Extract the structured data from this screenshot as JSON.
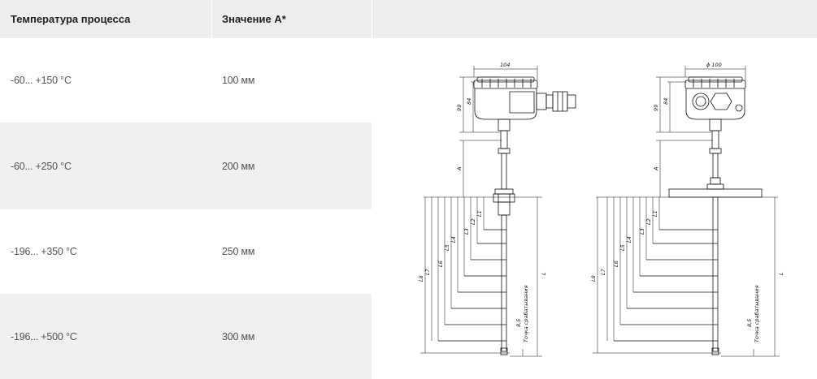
{
  "table": {
    "headers": [
      "Температура процесса",
      "Значение А*"
    ],
    "rows": [
      {
        "temperature": "-60... +150 °C",
        "value": "100 мм"
      },
      {
        "temperature": "-60... +250 °C",
        "value": "200 мм"
      },
      {
        "temperature": "-196... +350 °C",
        "value": "250 мм"
      },
      {
        "temperature": "-196... +500 °C",
        "value": "300 мм"
      }
    ]
  },
  "drawings": {
    "left": {
      "width_label": "104",
      "height_labels": [
        "99",
        "84"
      ],
      "a_label": "A",
      "level_labels": [
        "L8",
        "L7",
        "L6",
        "L5",
        "L4",
        "L3",
        "L2",
        "L1"
      ],
      "l_label": "L",
      "bottom_dim": "8,5",
      "point_label": "Точка срабатывания"
    },
    "right": {
      "width_label": "ϕ 100",
      "height_labels": [
        "99",
        "84"
      ],
      "a_label": "A",
      "level_labels": [
        "L8",
        "L7",
        "L6",
        "L5",
        "L4",
        "L3",
        "L2",
        "L1"
      ],
      "l_label": "L",
      "bottom_dim": "8,5",
      "point_label": "Точка срабатывания"
    }
  }
}
